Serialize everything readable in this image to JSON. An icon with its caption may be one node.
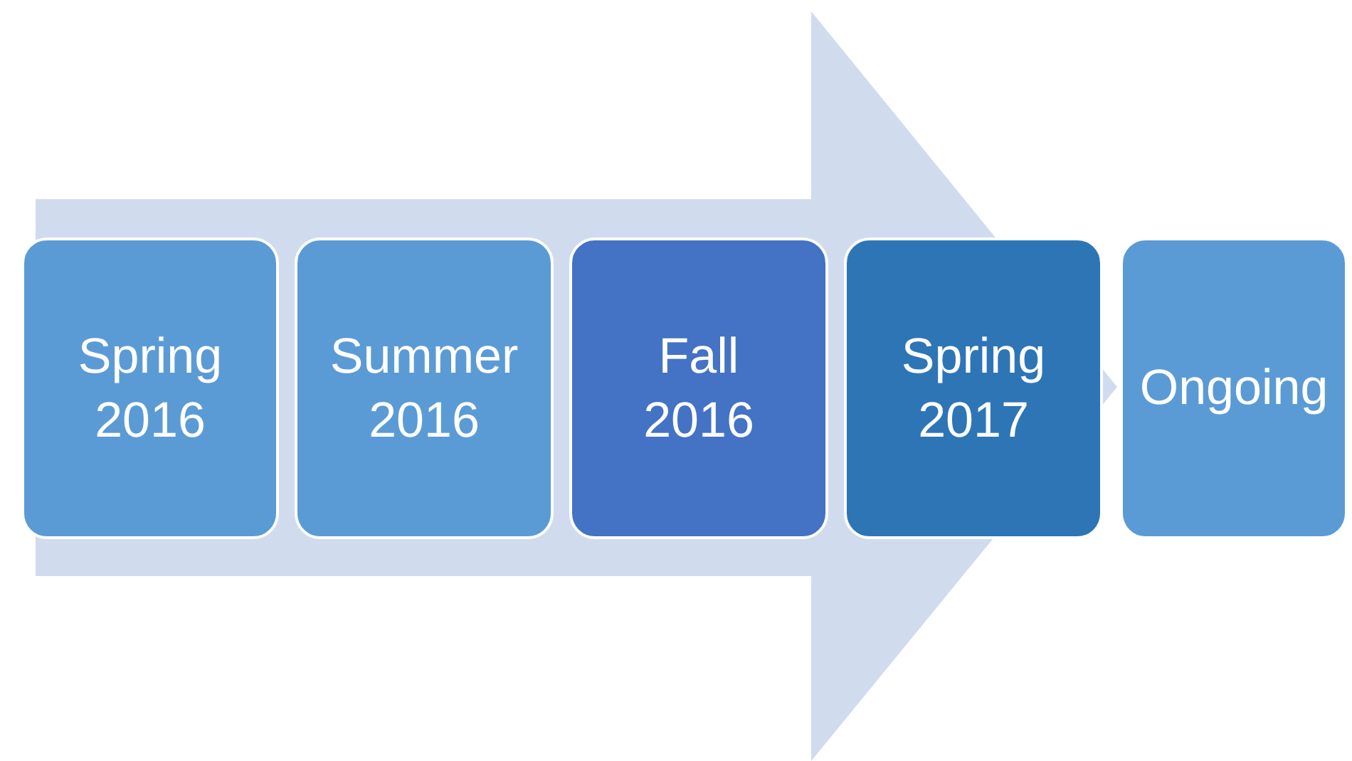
{
  "diagram": {
    "nodes": [
      {
        "text": [
          "Spring 2016"
        ]
      },
      {
        "text": [
          "Summer 2016"
        ]
      },
      {
        "text": [
          "Fall 2016"
        ]
      },
      {
        "text": [
          "Spring 2017"
        ]
      },
      {
        "text": [
          "Ongoing"
        ]
      }
    ],
    "edges": [
      {
        "from": 0,
        "to": 4,
        "arrow": "to"
      }
    ]
  }
}
